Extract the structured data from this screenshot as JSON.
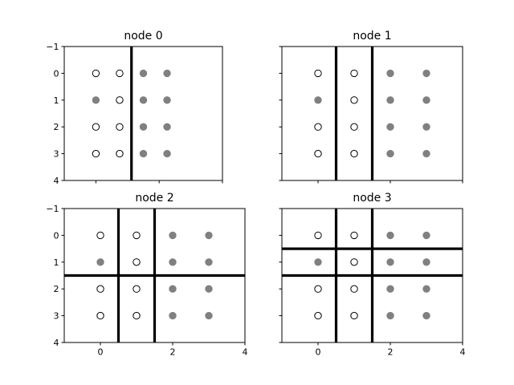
{
  "chart_data": [
    {
      "type": "scatter",
      "title": "node 0",
      "xlim": [
        -1,
        4
      ],
      "ylim": [
        4,
        -1
      ],
      "y_inverted": true,
      "xticks": [
        0,
        2,
        4
      ],
      "yticks": [
        -1,
        0,
        1,
        2,
        3,
        4
      ],
      "show_xtick_labels": false,
      "show_ytick_labels": true,
      "cols_x": [
        0,
        0.75,
        1.5,
        2.25
      ],
      "rows_y": [
        0,
        1,
        2,
        3
      ],
      "grid": false,
      "fill": [
        [
          "hollow",
          "hollow",
          "filled",
          "filled"
        ],
        [
          "filled",
          "hollow",
          "filled",
          "filled"
        ],
        [
          "hollow",
          "hollow",
          "filled",
          "filled"
        ],
        [
          "hollow",
          "hollow",
          "filled",
          "filled"
        ]
      ],
      "split_lines": [
        {
          "orientation": "vertical",
          "value": 1.125
        }
      ]
    },
    {
      "type": "scatter",
      "title": "node 1",
      "xlim": [
        -1,
        4
      ],
      "ylim": [
        4,
        -1
      ],
      "y_inverted": true,
      "xticks": [
        0,
        2,
        4
      ],
      "yticks": [
        -1,
        0,
        1,
        2,
        3,
        4
      ],
      "show_xtick_labels": false,
      "show_ytick_labels": false,
      "cols_x": [
        0,
        1,
        2,
        3
      ],
      "rows_y": [
        0,
        1,
        2,
        3
      ],
      "grid": false,
      "fill": [
        [
          "hollow",
          "hollow",
          "filled",
          "filled"
        ],
        [
          "filled",
          "hollow",
          "filled",
          "filled"
        ],
        [
          "hollow",
          "hollow",
          "filled",
          "filled"
        ],
        [
          "hollow",
          "hollow",
          "filled",
          "filled"
        ]
      ],
      "split_lines": [
        {
          "orientation": "vertical",
          "value": 0.5
        },
        {
          "orientation": "vertical",
          "value": 1.5
        }
      ]
    },
    {
      "type": "scatter",
      "title": "node 2",
      "xlim": [
        -1,
        4
      ],
      "ylim": [
        4,
        -1
      ],
      "y_inverted": true,
      "xticks": [
        0,
        2,
        4
      ],
      "yticks": [
        -1,
        0,
        1,
        2,
        3,
        4
      ],
      "show_xtick_labels": true,
      "show_ytick_labels": true,
      "cols_x": [
        0,
        1,
        2,
        3
      ],
      "rows_y": [
        0,
        1,
        2,
        3
      ],
      "grid": false,
      "fill": [
        [
          "hollow",
          "hollow",
          "filled",
          "filled"
        ],
        [
          "filled",
          "hollow",
          "filled",
          "filled"
        ],
        [
          "hollow",
          "hollow",
          "filled",
          "filled"
        ],
        [
          "hollow",
          "hollow",
          "filled",
          "filled"
        ]
      ],
      "split_lines": [
        {
          "orientation": "vertical",
          "value": 0.5
        },
        {
          "orientation": "vertical",
          "value": 1.5
        },
        {
          "orientation": "horizontal",
          "value": 1.5
        }
      ]
    },
    {
      "type": "scatter",
      "title": "node 3",
      "xlim": [
        -1,
        4
      ],
      "ylim": [
        4,
        -1
      ],
      "y_inverted": true,
      "xticks": [
        0,
        2,
        4
      ],
      "yticks": [
        -1,
        0,
        1,
        2,
        3,
        4
      ],
      "show_xtick_labels": true,
      "show_ytick_labels": false,
      "cols_x": [
        0,
        1,
        2,
        3
      ],
      "rows_y": [
        0,
        1,
        2,
        3
      ],
      "grid": false,
      "fill": [
        [
          "hollow",
          "hollow",
          "filled",
          "filled"
        ],
        [
          "filled",
          "hollow",
          "filled",
          "filled"
        ],
        [
          "hollow",
          "hollow",
          "filled",
          "filled"
        ],
        [
          "hollow",
          "hollow",
          "filled",
          "filled"
        ]
      ],
      "split_lines": [
        {
          "orientation": "vertical",
          "value": 0.5
        },
        {
          "orientation": "vertical",
          "value": 1.5
        },
        {
          "orientation": "horizontal",
          "value": 0.5
        },
        {
          "orientation": "horizontal",
          "value": 1.5
        }
      ]
    }
  ],
  "colors": {
    "filled_marker": "#808080",
    "hollow_marker_edge": "#000000",
    "hollow_marker_face": "#ffffff",
    "split_line": "#000000",
    "axes_frame": "#000000"
  }
}
